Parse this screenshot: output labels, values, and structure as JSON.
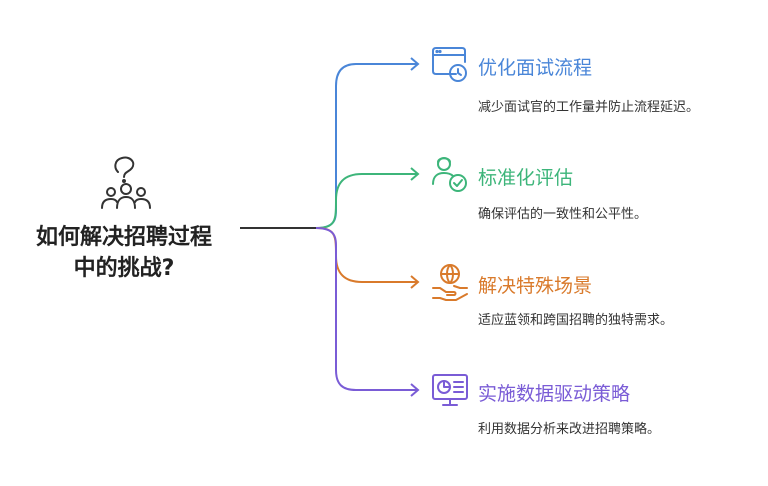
{
  "root": {
    "title": "如何解决招聘过程\n中的挑战?",
    "icon": "people-question-icon"
  },
  "branches": [
    {
      "title": "优化面试流程",
      "desc": "减少面试官的工作量并防止流程延迟。",
      "color": "#4a86d8",
      "icon": "calendar-clock-icon"
    },
    {
      "title": "标准化评估",
      "desc": "确保评估的一致性和公平性。",
      "color": "#3db57a",
      "icon": "person-check-icon"
    },
    {
      "title": "解决特殊场景",
      "desc": "适应蓝领和跨国招聘的独特需求。",
      "color": "#d97a2b",
      "icon": "global-handshake-icon"
    },
    {
      "title": "实施数据驱动策略",
      "desc": "利用数据分析来改进招聘策略。",
      "color": "#7a5cd6",
      "icon": "monitor-chart-icon"
    }
  ]
}
